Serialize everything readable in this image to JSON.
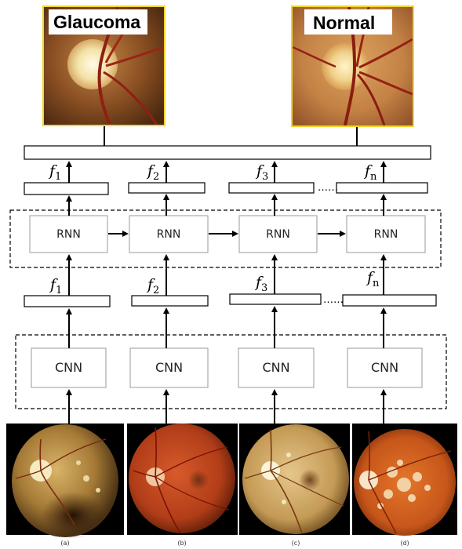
{
  "outputs": {
    "glaucoma_label": "Glaucoma",
    "normal_label": "Normal"
  },
  "rnn_label": "RNN",
  "cnn_label": "CNN",
  "top_features": {
    "f1": {
      "base": "f",
      "sub": "1"
    },
    "f2": {
      "base": "f",
      "sub": "2"
    },
    "f3": {
      "base": "f",
      "sub": "3"
    },
    "fn": {
      "base": "f",
      "sub": "n"
    }
  },
  "bottom_features": {
    "f1": {
      "base": "f",
      "sub": "1"
    },
    "f2": {
      "base": "f",
      "sub": "2"
    },
    "f3": {
      "base": "f",
      "sub": "3"
    },
    "fn": {
      "base": "f",
      "sub": "n"
    }
  },
  "ellipsis": "……",
  "captions": {
    "a": "(a)",
    "b": "(b)",
    "c": "(c)",
    "d": "(d)"
  },
  "colors": {
    "frame_yellow": "#f2d52a",
    "line": "#000000",
    "block_border": "#9a9a9a"
  }
}
